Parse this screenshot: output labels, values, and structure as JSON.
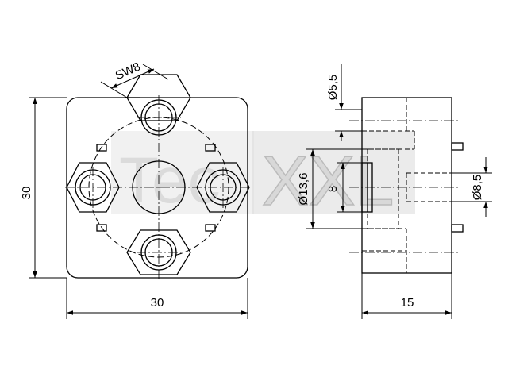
{
  "watermark": {
    "left": "Tec",
    "right": "XXL"
  },
  "dimensions": {
    "front_width": "30",
    "front_height": "30",
    "wrench_size": "SW8",
    "side_width": "15",
    "hole_small": "Ø5,5",
    "bore_outer": "Ø13,6",
    "bore_depth": "8",
    "pin_dia": "Ø8,5"
  },
  "colors": {
    "line": "#000000",
    "watermark": "#c8c8c8"
  }
}
